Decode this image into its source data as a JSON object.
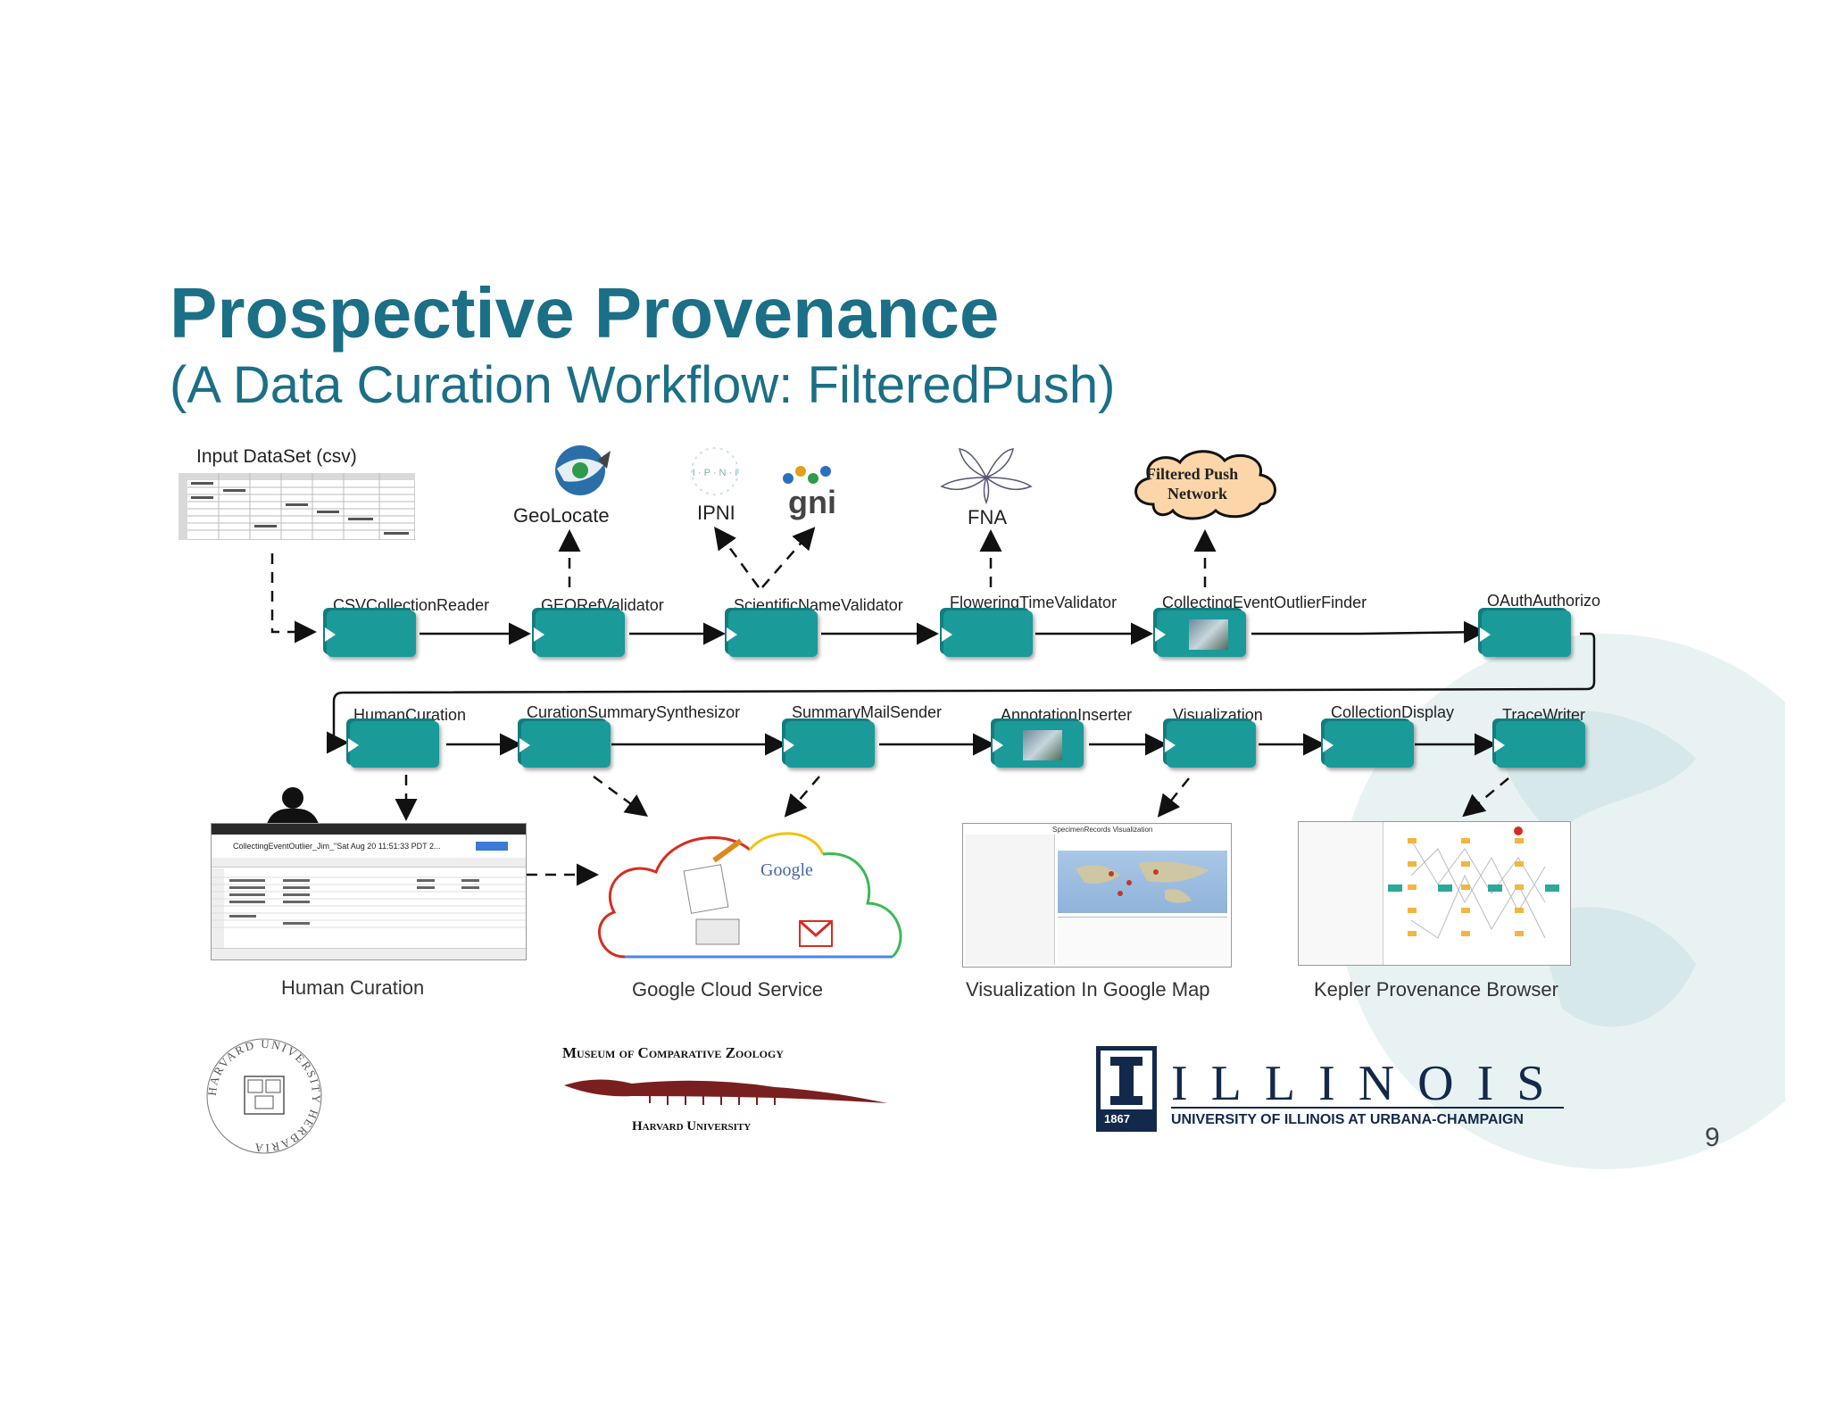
{
  "slide": {
    "title": "Prospective Provenance",
    "subtitle": "(A Data Curation Workflow: FilteredPush)",
    "page_number": "9"
  },
  "inputs": {
    "dataset": "Input DataSet (csv)",
    "geolocate": "GeoLocate",
    "ipni": "IPNI",
    "gni": "gni",
    "fna": "FNA",
    "filtered_push_line1": "Filtered Push",
    "filtered_push_line2": "Network"
  },
  "workflow": {
    "row1": [
      "CSVCollectionReader",
      "GEORefValidator",
      "ScientificNameValidator",
      "FloweringTimeValidator",
      "CollectingEventOutlierFinder",
      "OAuthAuthorizo"
    ],
    "row2": [
      "HumanCuration",
      "CurationSummarySynthesizor",
      "SummaryMailSender",
      "AnnotationInserter",
      "Visualization",
      "CollectionDisplay",
      "TraceWriter"
    ]
  },
  "outputs": {
    "human_curation": "Human Curation",
    "google_cloud": "Google Cloud Service",
    "visualization": "Visualization In Google Map",
    "kepler": "Kepler Provenance Browser",
    "google_maps_logo": "Google",
    "spreadsheet_title": "CollectingEventOutlier_Jim_\"Sat Aug 20 11:51:33 PDT 2...",
    "map_title": "SpecimenRecords Visualization"
  },
  "logos": {
    "harvard_herbaria": "HARVARD UNIVERSITY HERBARIA",
    "mcz_top": "Museum of Comparative Zoology",
    "mcz_bottom": "Harvard University",
    "illinois_name": "ILLINOIS",
    "illinois_sub": "UNIVERSITY OF ILLINOIS AT URBANA-CHAMPAIGN",
    "illinois_year": "1867"
  },
  "colors": {
    "title": "#1b6f86",
    "actor": "#1b9a9a",
    "illinois_blue": "#13294b",
    "illinois_orange": "#e84a27"
  }
}
